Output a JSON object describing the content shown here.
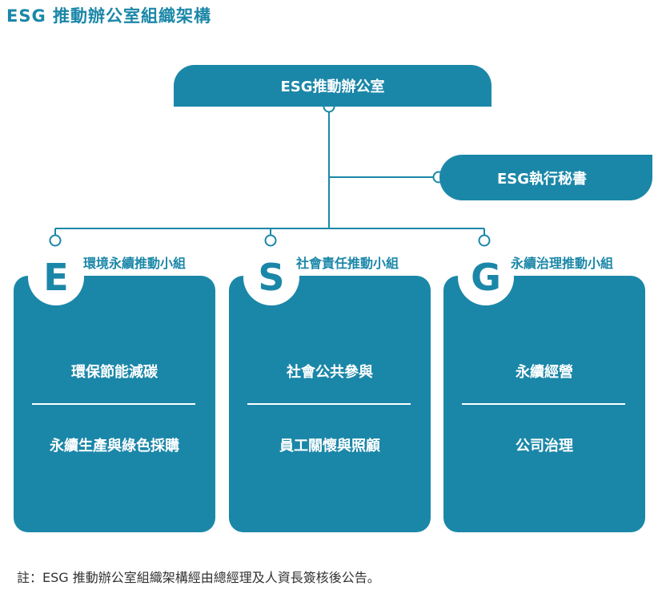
{
  "title": "ESG 推動辦公室組織架構",
  "top_node": {
    "label": "ESG推動辦公室"
  },
  "secretary": {
    "label": "ESG執行秘書"
  },
  "groups": [
    {
      "letter": "E",
      "title": "環境永續推動小組",
      "items": [
        "環保節能減碳",
        "永續生產與綠色採購"
      ]
    },
    {
      "letter": "S",
      "title": "社會責任推動小組",
      "items": [
        "社會公共參與",
        "員工關懷與照顧"
      ]
    },
    {
      "letter": "G",
      "title": "永續治理推動小組",
      "items": [
        "永續經營",
        "公司治理"
      ]
    }
  ],
  "footnote": "註：ESG 推動辦公室組織架構經由總經理及人資長簽核後公告。",
  "colors": {
    "primary": "#1b87a8",
    "background": "#ffffff"
  }
}
